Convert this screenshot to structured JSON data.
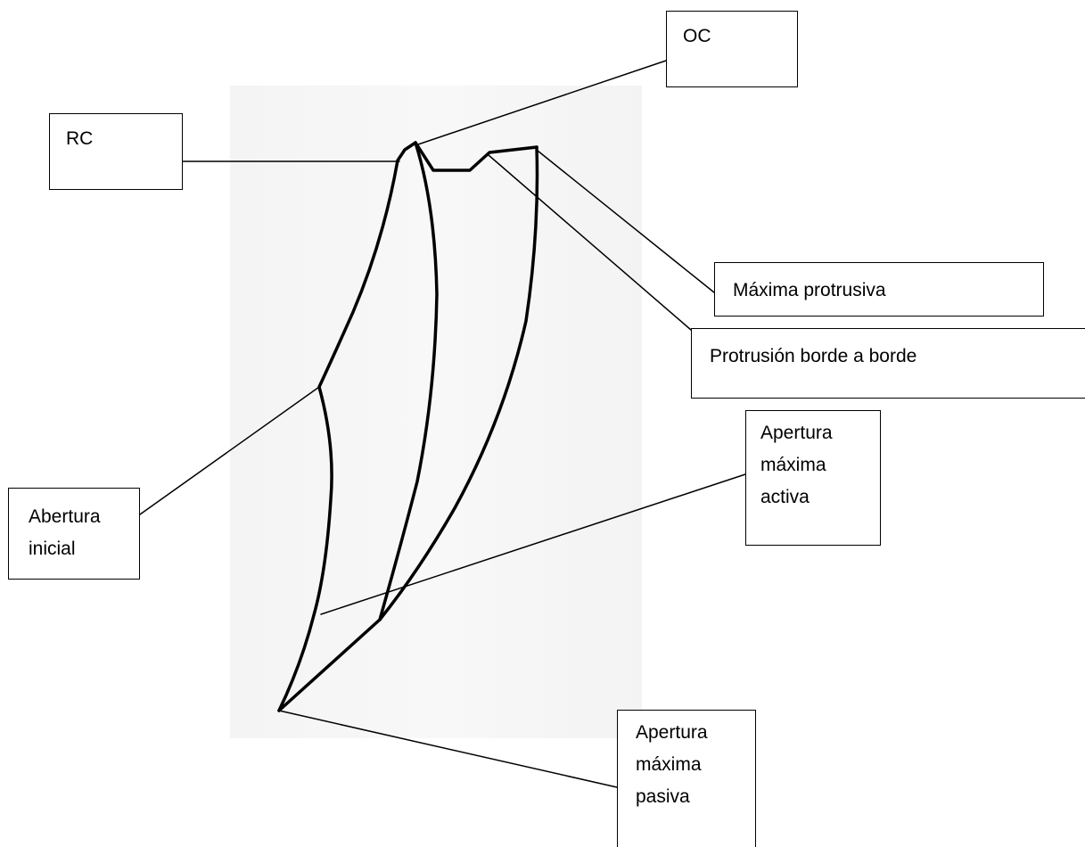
{
  "labels": {
    "rc": "RC",
    "oc": "OC",
    "maxima_protrusiva": "Máxima protrusiva",
    "protrusion_borde_a_borde": "Protrusión borde a borde",
    "abertura_inicial": [
      "Abertura",
      "inicial"
    ],
    "apertura_maxima_activa": [
      "Apertura",
      "máxima",
      "activa"
    ],
    "apertura_maxima_pasiva": [
      "Apertura",
      "máxima",
      "pasiva"
    ]
  },
  "colors": {
    "stroke": "#000000",
    "faded_background": "#f5f5f5"
  }
}
